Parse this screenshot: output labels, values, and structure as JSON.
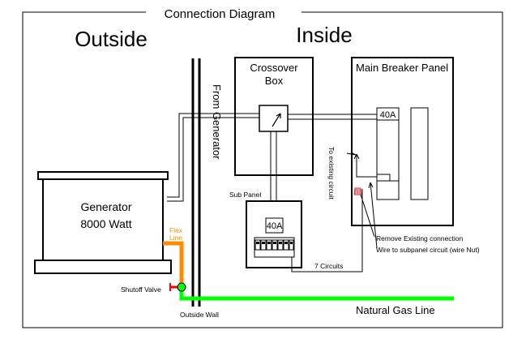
{
  "title": "Connection Diagram",
  "sections": {
    "outside": "Outside",
    "inside": "Inside"
  },
  "labels": {
    "crossover_line1": "Crossover",
    "crossover_line2": "Box",
    "main_panel": "Main Breaker Panel",
    "from_generator": "From Generator",
    "breaker_main": "40A",
    "breaker_sub": "40A",
    "to_existing": "To existing circuit",
    "sub_panel": "Sub Panel",
    "generator_line1": "Generator",
    "generator_line2": "8000 Watt",
    "flex_line1": "Flex",
    "flex_line2": "Line",
    "remove_line1": "Remove Existing connection",
    "remove_line2": "Wire to subpanel circuit (wire Nut)",
    "seven_circuits": "7 Circuits",
    "shutoff_valve": "Shutoff Valve",
    "outside_wall": "Outside Wall",
    "gas_line": "Natural Gas Line"
  },
  "colors": {
    "gas_line": "#00ff00",
    "flex_line": "#ff8c00",
    "valve": "#ff0000",
    "wire_nut": "#d03030"
  }
}
